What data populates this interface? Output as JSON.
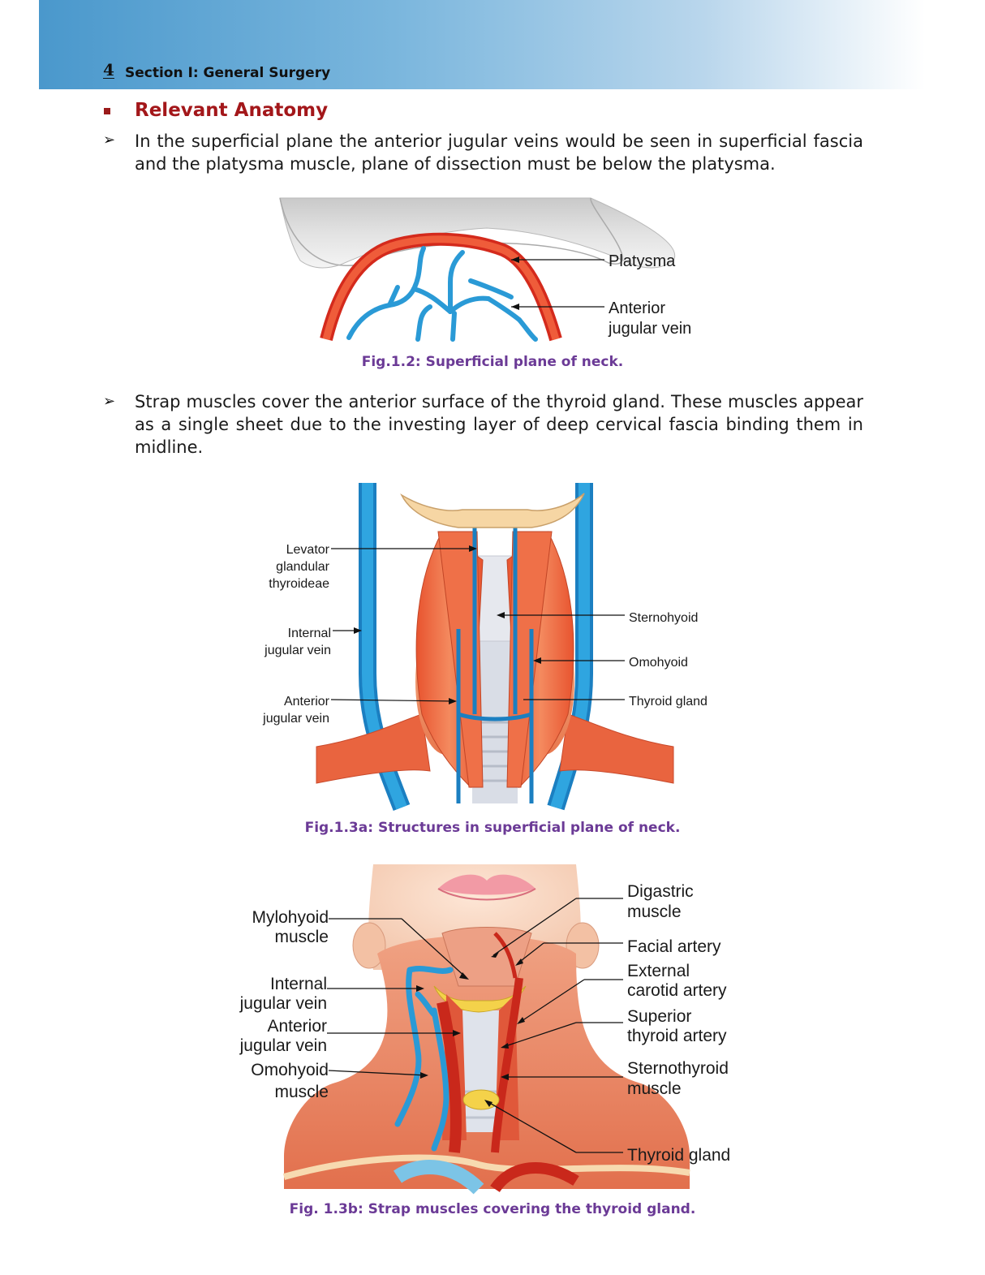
{
  "header": {
    "page_number": "4",
    "section_title": "Section I: General Surgery"
  },
  "heading": "Relevant Anatomy",
  "paragraphs": [
    "In the superficial plane the anterior jugular veins would be seen in superficial fascia and the platysma muscle, plane of dissection must be below the platysma.",
    "Strap muscles cover the anterior surface of the thyroid gland. These muscles appear as a single sheet due to the investing layer of deep cervical fascia binding them in midline."
  ],
  "figures": [
    {
      "caption": "Fig.1.2: Superficial plane of neck.",
      "labels": [
        "Platysma",
        "Anterior",
        "jugular vein"
      ]
    },
    {
      "caption": "Fig.1.3a: Structures in superficial plane of neck.",
      "labels": [
        "Levator",
        "glandular",
        "thyroideae",
        "Internal",
        "jugular vein",
        "Anterior",
        "jugular vein",
        "Sternohyoid",
        "Omohyoid",
        "Thyroid gland"
      ]
    },
    {
      "caption": "Fig. 1.3b: Strap muscles covering the thyroid gland.",
      "labels": [
        "Mylohyoid",
        "muscle",
        "Internal",
        "jugular vein",
        "Anterior",
        "jugular vein",
        "Omohyoid",
        "muscle",
        "Digastric",
        "muscle",
        "Facial artery",
        "External",
        "carotid artery",
        "Superior",
        "thyroid artery",
        "Sternothyroid",
        "muscle",
        "Thyroid gland"
      ]
    }
  ],
  "colors": {
    "heading": "#a3171a",
    "caption": "#6b3a96",
    "artery": "#e8412a",
    "vein": "#2a9ad6",
    "muscle": "#e8603c"
  }
}
